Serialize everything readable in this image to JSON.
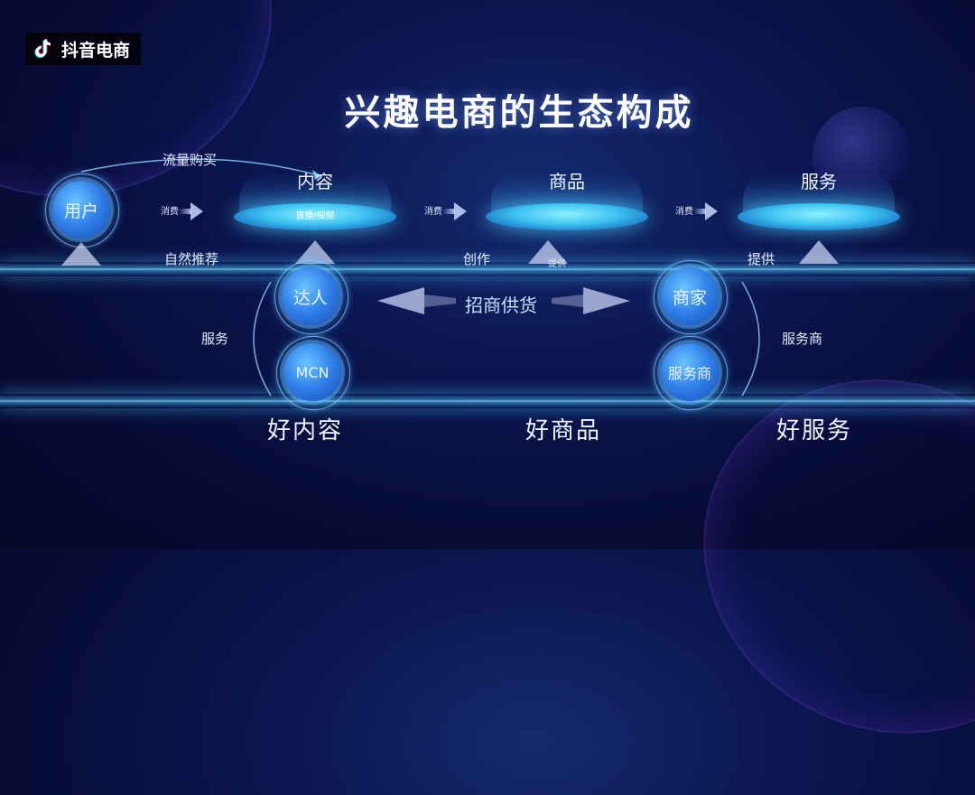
{
  "logo": {
    "text": "抖音电商",
    "icon": "tiktok-note-icon"
  },
  "title": "兴趣电商的生态构成",
  "nodes": {
    "user": "用户",
    "creator": "达人",
    "mcn": "MCN",
    "merchant": "商家",
    "service_provider": "服务商"
  },
  "platforms": {
    "content": {
      "label": "内容",
      "sub": "直播/视频"
    },
    "goods": {
      "label": "商品"
    },
    "service": {
      "label": "服务"
    }
  },
  "edges": {
    "traffic_purchase": "流量购买",
    "consume_1": "消费",
    "consume_2": "消费",
    "consume_3": "消费",
    "natural_recommend": "自然推荐",
    "create": "创作",
    "provide_small": "提供",
    "provide": "提供",
    "recruit_supply": "招商供货",
    "service_left": "服务",
    "service_right": "服务商"
  },
  "bottom_labels": {
    "good_content": "好内容",
    "good_goods": "好商品",
    "good_service": "好服务"
  },
  "colors": {
    "accent": "#3cc2f0",
    "background": "#0b1650",
    "node": "#2f7ee8"
  }
}
